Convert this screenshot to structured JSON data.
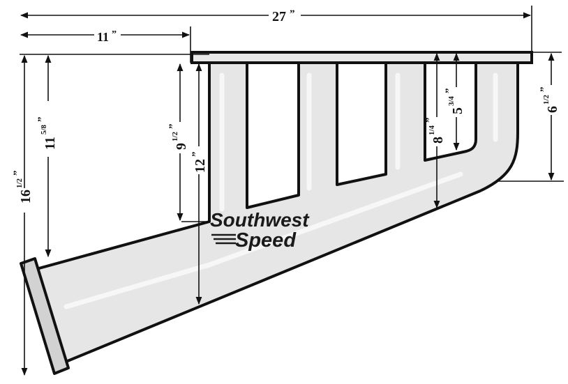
{
  "diagram": {
    "subject": "exhaust header drawing",
    "dimensions": {
      "overall_length": "27",
      "offset_length": "11",
      "total_height": "16",
      "total_height_frac": "1/2",
      "flange_to_outlet": "11",
      "flange_to_outlet_frac": "5/8",
      "tube_a": "9",
      "tube_a_frac": "1/2",
      "tube_b": "12",
      "tube_c": "8",
      "tube_c_frac": "1/4",
      "tube_d": "5",
      "tube_d_frac": "3/4",
      "right_height": "6",
      "right_height_frac": "1/2",
      "inch_mark": "”"
    },
    "logo": {
      "line1": "Southwest",
      "line2": "Speed"
    },
    "colors": {
      "line": "#111111",
      "fill": "#e6e6e6",
      "highlight": "#f7f7f7"
    }
  }
}
